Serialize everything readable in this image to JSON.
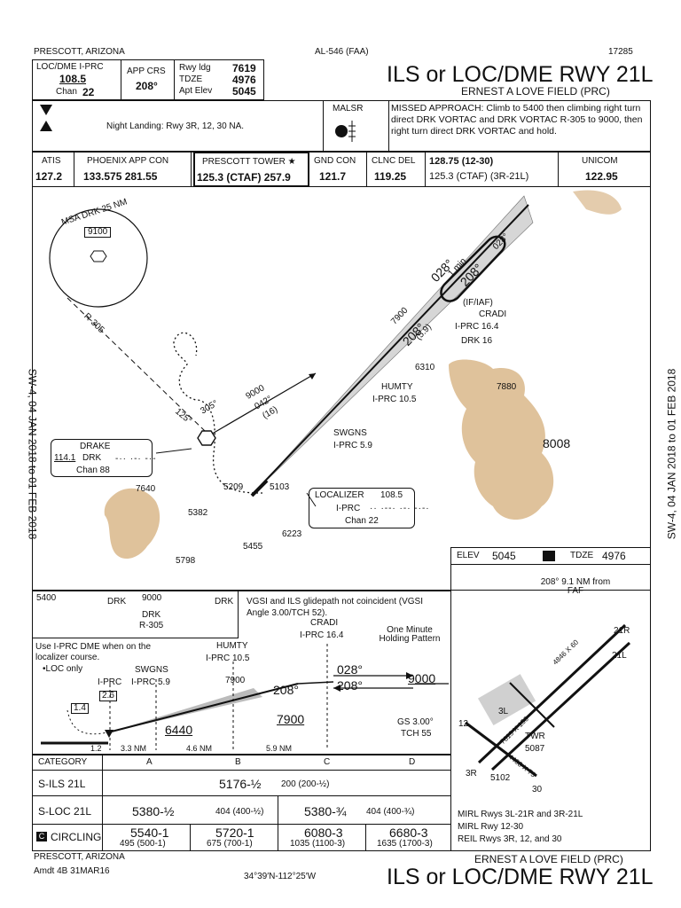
{
  "header": {
    "city": "PRESCOTT, ARIZONA",
    "chart_id": "AL-546 (FAA)",
    "procedure_number": "17285",
    "title": "ILS or LOC/DME RWY 21L",
    "airport": "ERNEST A LOVE FIELD (PRC)"
  },
  "briefing": {
    "loc_label": "LOC/DME  I-PRC",
    "loc_freq": "108.5",
    "chan_label": "Chan",
    "chan_value": "22",
    "app_crs_label": "APP CRS",
    "app_crs_value": "208°",
    "rwy_ldg_label": "Rwy ldg",
    "rwy_ldg_value": "7619",
    "tdze_label": "TDZE",
    "tdze_value": "4976",
    "apt_elev_label": "Apt Elev",
    "apt_elev_value": "5045",
    "notes": "Night Landing: Rwy 3R, 12, 30 NA.",
    "malsr": "MALSR",
    "missed_approach": "MISSED APPROACH: Climb to 5400 then climbing right turn direct DRK VORTAC and DRK VORTAC R-305 to 9000, then right turn direct DRK VORTAC and hold."
  },
  "comms": [
    {
      "label": "ATIS",
      "value": "127.2"
    },
    {
      "label": "PHOENIX APP CON",
      "value": "133.575   281.55"
    },
    {
      "label": "PRESCOTT TOWER ★",
      "value": "125.3 (CTAF)  257.9"
    },
    {
      "label": "GND CON",
      "value": "121.7"
    },
    {
      "label": "CLNC DEL",
      "value": "119.25"
    },
    {
      "label": "128.75 (12-30)",
      "value": "125.3 (CTAF) (3R-21L)"
    },
    {
      "label": "UNICOM",
      "value": "122.95"
    }
  ],
  "planview": {
    "msa_label": "MSA DRK 25 NM",
    "msa_alt": "9100",
    "r305": "R-305",
    "hold_305": "305°",
    "hold_125": "125°",
    "feeder_alt": "9000",
    "feeder_crs": "042°",
    "feeder_dist": "(16)",
    "drake_name": "DRAKE",
    "drake_freq": "114.1",
    "drake_id": "DRK",
    "drake_chan": "Chan 88",
    "cradi_name": "CRADI",
    "cradi_iaf": "(IF/IAF)",
    "cradi_dme": "I-PRC 16.4",
    "cradi_drk": "DRK 16",
    "humty_name": "HUMTY",
    "humty_dme": "I-PRC 10.5",
    "swgns_name": "SWGNS",
    "swgns_dme": "I-PRC 5.9",
    "loc_box_title": "LOCALIZER",
    "loc_box_freq": "108.5",
    "loc_box_id": "I-PRC",
    "loc_box_chan": "Chan 22",
    "crs_inbound": "208°",
    "crs_outbound": "028°",
    "hold_in": "208°",
    "hold_out": "028°",
    "one_min": "1 min",
    "arc_alt": "7900",
    "arc_crs": "208°",
    "arc_dist": "(5.9)",
    "elevations": [
      "6310",
      "7880",
      "8008",
      "7640",
      "5209",
      "5103",
      "5382",
      "6223",
      "5455",
      "5798"
    ]
  },
  "profile": {
    "missed_icons": [
      "5400",
      "DRK",
      "9000",
      "DRK",
      "R-305",
      "DRK"
    ],
    "vgsi_note": "VGSI and ILS glidepath not coincident (VGSI Angle 3.00/TCH 52).",
    "dme_note": "Use I-PRC DME when on the localizer course.",
    "loc_only": "•LOC only",
    "one_min_hold": "One Minute Holding Pattern",
    "cradi": "CRADI",
    "cradi_dme": "I-PRC 16.4",
    "humty": "HUMTY",
    "humty_dme": "I-PRC 10.5",
    "humty_alt": "7900",
    "swgns": "SWGNS",
    "swgns_dme": "I-PRC 5.9",
    "iprc": "I-PRC",
    "iprc_dme": "2.6",
    "map_dme": "1.4",
    "out_crs": "028°",
    "out_alt": "9000",
    "in_crs": "208°",
    "in_crs2": "208°",
    "alt_7900": "7900",
    "alt_6440": "6440",
    "gs": "GS 3.00°",
    "tch": "TCH 55",
    "d1": "1.2",
    "d2": "3.3 NM",
    "d3": "4.6 NM",
    "d4": "5.9 NM"
  },
  "airport": {
    "elev_label": "ELEV",
    "elev": "5045",
    "tdze_label": "TDZE",
    "tdze": "4976",
    "faf_note": "208° 9.1 NM from FAF",
    "twr_label": "TWR",
    "twr_elev": "5087",
    "elev_pt": "5102",
    "rwy_3l": "3L",
    "rwy_3r": "3R",
    "rwy_21l": "21L",
    "rwy_21r": "21R",
    "rwy_12": "12",
    "rwy_30": "30",
    "dim1": "4846 X 60",
    "dim2": "7619 X 150",
    "dim3": "4408 X 75",
    "lighting": [
      "MIRL Rwys 3L-21R and 3R-21L",
      "MIRL Rwy 12-30",
      "REIL Rwys 3R, 12, and 30"
    ]
  },
  "minimums": {
    "category_label": "CATEGORY",
    "cats": [
      "A",
      "B",
      "C",
      "D"
    ],
    "rows": [
      {
        "label": "S-ILS 21L",
        "cells": [
          "5176-½",
          "200 (200-½)"
        ]
      },
      {
        "label": "S-LOC 21L",
        "cells": [
          "5380-½",
          "404 (400-½)",
          "5380-¾",
          "404 (400-¾)"
        ]
      },
      {
        "label": "CIRCLING",
        "cells": [
          "5540-1",
          "495 (500-1)",
          "5720-1",
          "675 (700-1)",
          "6080-3",
          "1035 (1100-3)",
          "6680-3",
          "1635 (1700-3)"
        ]
      }
    ]
  },
  "footer": {
    "city": "PRESCOTT, ARIZONA",
    "amdt": "Amdt 4B  31MAR16",
    "coords": "34°39′N-112°25′W",
    "airport": "ERNEST A LOVE FIELD (PRC)",
    "title": "ILS or LOC/DME RWY 21L"
  },
  "side_note": "SW-4, 04 JAN 2018 to 01 FEB 2018"
}
